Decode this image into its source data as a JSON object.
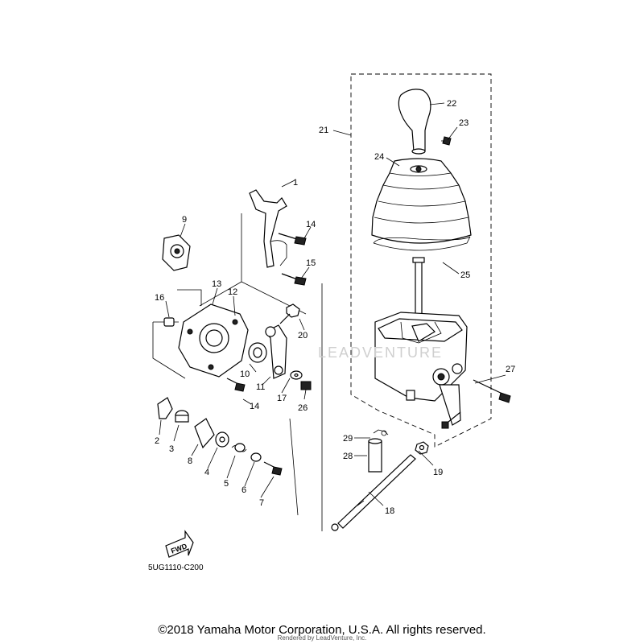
{
  "diagram": {
    "code": "5UG1110-C200",
    "copyright": "©2018 Yamaha Motor Corporation, U.S.A. All rights reserved.",
    "credit": "Rendered by LeadVenture, Inc.",
    "watermark": "LEADVENTURE",
    "fwd_label": "FWD",
    "callouts": {
      "c1": "1",
      "c2": "2",
      "c3": "3",
      "c4": "4",
      "c5": "5",
      "c6": "6",
      "c7": "7",
      "c8": "8",
      "c9": "9",
      "c10": "10",
      "c11": "11",
      "c12": "12",
      "c13": "13",
      "c14a": "14",
      "c14b": "14",
      "c15": "15",
      "c16": "16",
      "c17": "17",
      "c18": "18",
      "c19": "19",
      "c20": "20",
      "c21": "21",
      "c22": "22",
      "c23": "23",
      "c24": "24",
      "c25": "25",
      "c26": "26",
      "c27": "27",
      "c28": "28",
      "c29": "29"
    }
  }
}
